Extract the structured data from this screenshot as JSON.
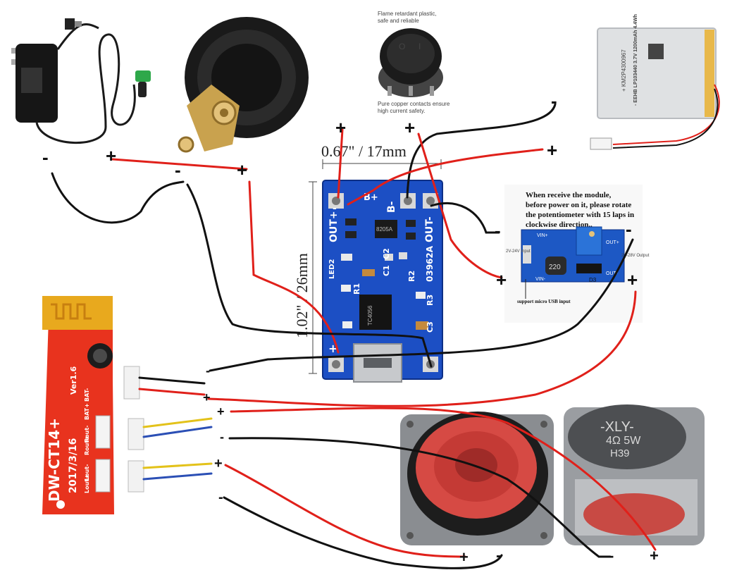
{
  "switch": {
    "caption_top_1": "Flame retardant plastic,",
    "caption_top_2": "safe and reliable",
    "caption_bottom_1": "Pure copper contacts ensure",
    "caption_bottom_2": "high current safety.",
    "on_symbol": "I",
    "off_symbol": "O"
  },
  "charger": {
    "width_label": "0.67\" / 17mm",
    "height_label": "1.02\" / 26mm",
    "pins": {
      "out_plus": "OUT+",
      "out_minus": "OUT-",
      "b_plus": "B+",
      "b_minus": "B-",
      "in_plus": "+",
      "in_minus": "-"
    },
    "components": [
      "8205A",
      "R1",
      "R2",
      "R3",
      "C1",
      "C2",
      "C3",
      "LED2",
      "03962A",
      "TC4056"
    ]
  },
  "boost": {
    "note_1": "When receive the module,",
    "note_2": "before power on it, please rotate",
    "note_3": "the  potentiometer with 15 laps in",
    "note_4": "clockwise direction..",
    "input_label": "2V-24V Input",
    "output_label": "2V-28V Output",
    "usb_note": "support micro USB input",
    "pins": [
      "VIN+",
      "VIN-",
      "OUT+",
      "OUT-"
    ],
    "inductor": "220",
    "diode": "D3"
  },
  "bt_board": {
    "model": "DW-CT14+",
    "version": "Ver1.6",
    "date": "2017/3/16",
    "pins": [
      "BAT-",
      "BAT+",
      "Rout-",
      "Rout+",
      "Lout-",
      "Lout+"
    ]
  },
  "speaker_right": {
    "brand": "-XLY-",
    "spec": "4Ω 5W",
    "code": "H39"
  },
  "battery": {
    "text_1": "+ KM2P4300967",
    "text_2": "- EEHB LP103440 3.7V 1200mAh 4.4Wh"
  },
  "polarity": {
    "plus": "+",
    "minus": "-"
  },
  "wire_colors": {
    "positive": "#e0201a",
    "negative": "#111111",
    "signal_blue": "#2b4fb5",
    "signal_yellow": "#e3c21a"
  }
}
